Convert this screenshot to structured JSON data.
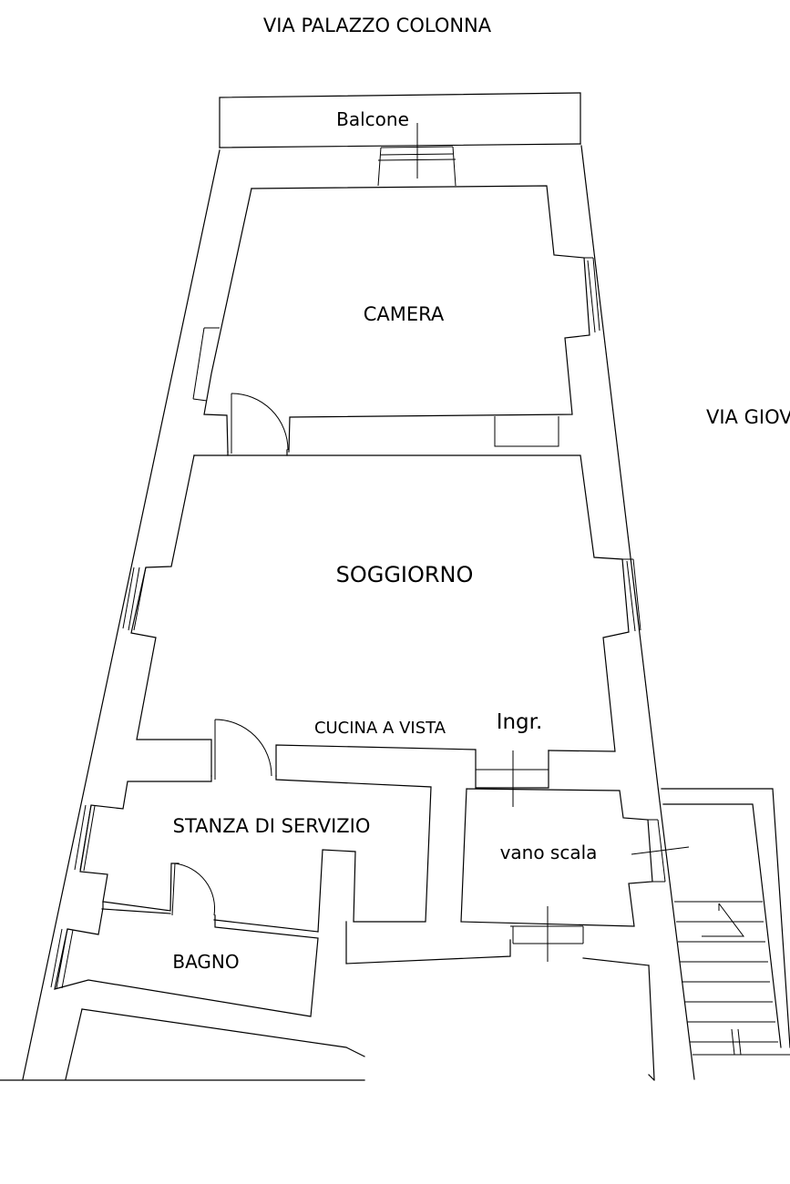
{
  "streets": {
    "north": "VIA PALAZZO COLONNA",
    "east": "VIA GIOV"
  },
  "rooms": {
    "balcony": "Balcone",
    "bedroom": "CAMERA",
    "living": "SOGGIORNO",
    "kitchen": "CUCINA A VISTA",
    "entrance": "Ingr.",
    "service_room": "STANZA DI SERVIZIO",
    "stairwell": "vano scala",
    "bathroom": "BAGNO"
  }
}
